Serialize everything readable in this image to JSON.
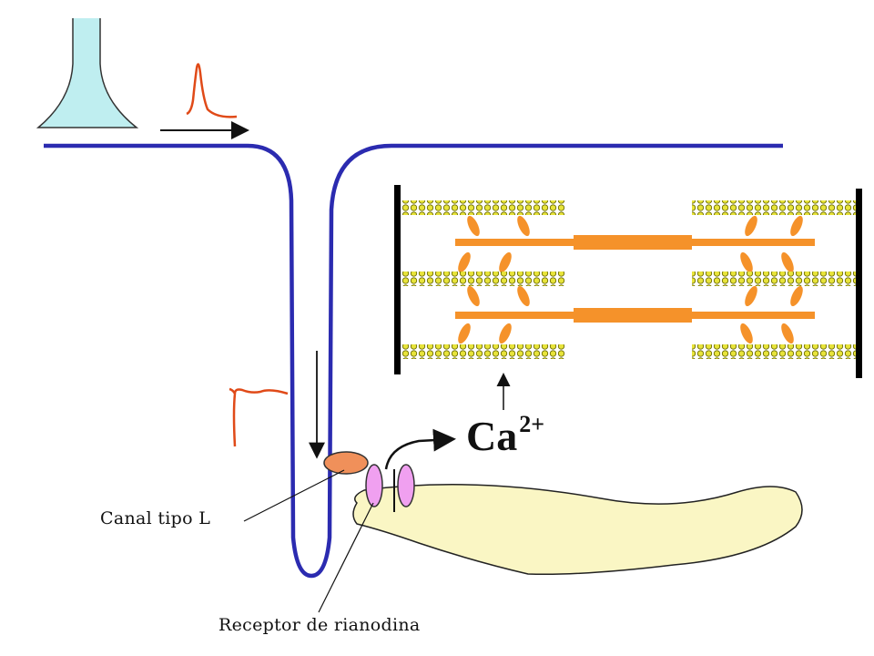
{
  "labels": {
    "canal": "Canal tipo L",
    "receptor": "Receptor de rianodina",
    "ion": "Ca",
    "charge": "2+"
  },
  "colors": {
    "membrane": "#2b2bb0",
    "axon_terminal": "#bfeef0",
    "action_potential": "#e04a18",
    "myosin": "#f5922a",
    "actin": "#e8e43a",
    "z_line": "#000000",
    "sarcoplasmic_reticulum": "#faf6c4",
    "l_type_channel": "#f0905a",
    "ryanodine_receptor": "#f0a0f0"
  }
}
